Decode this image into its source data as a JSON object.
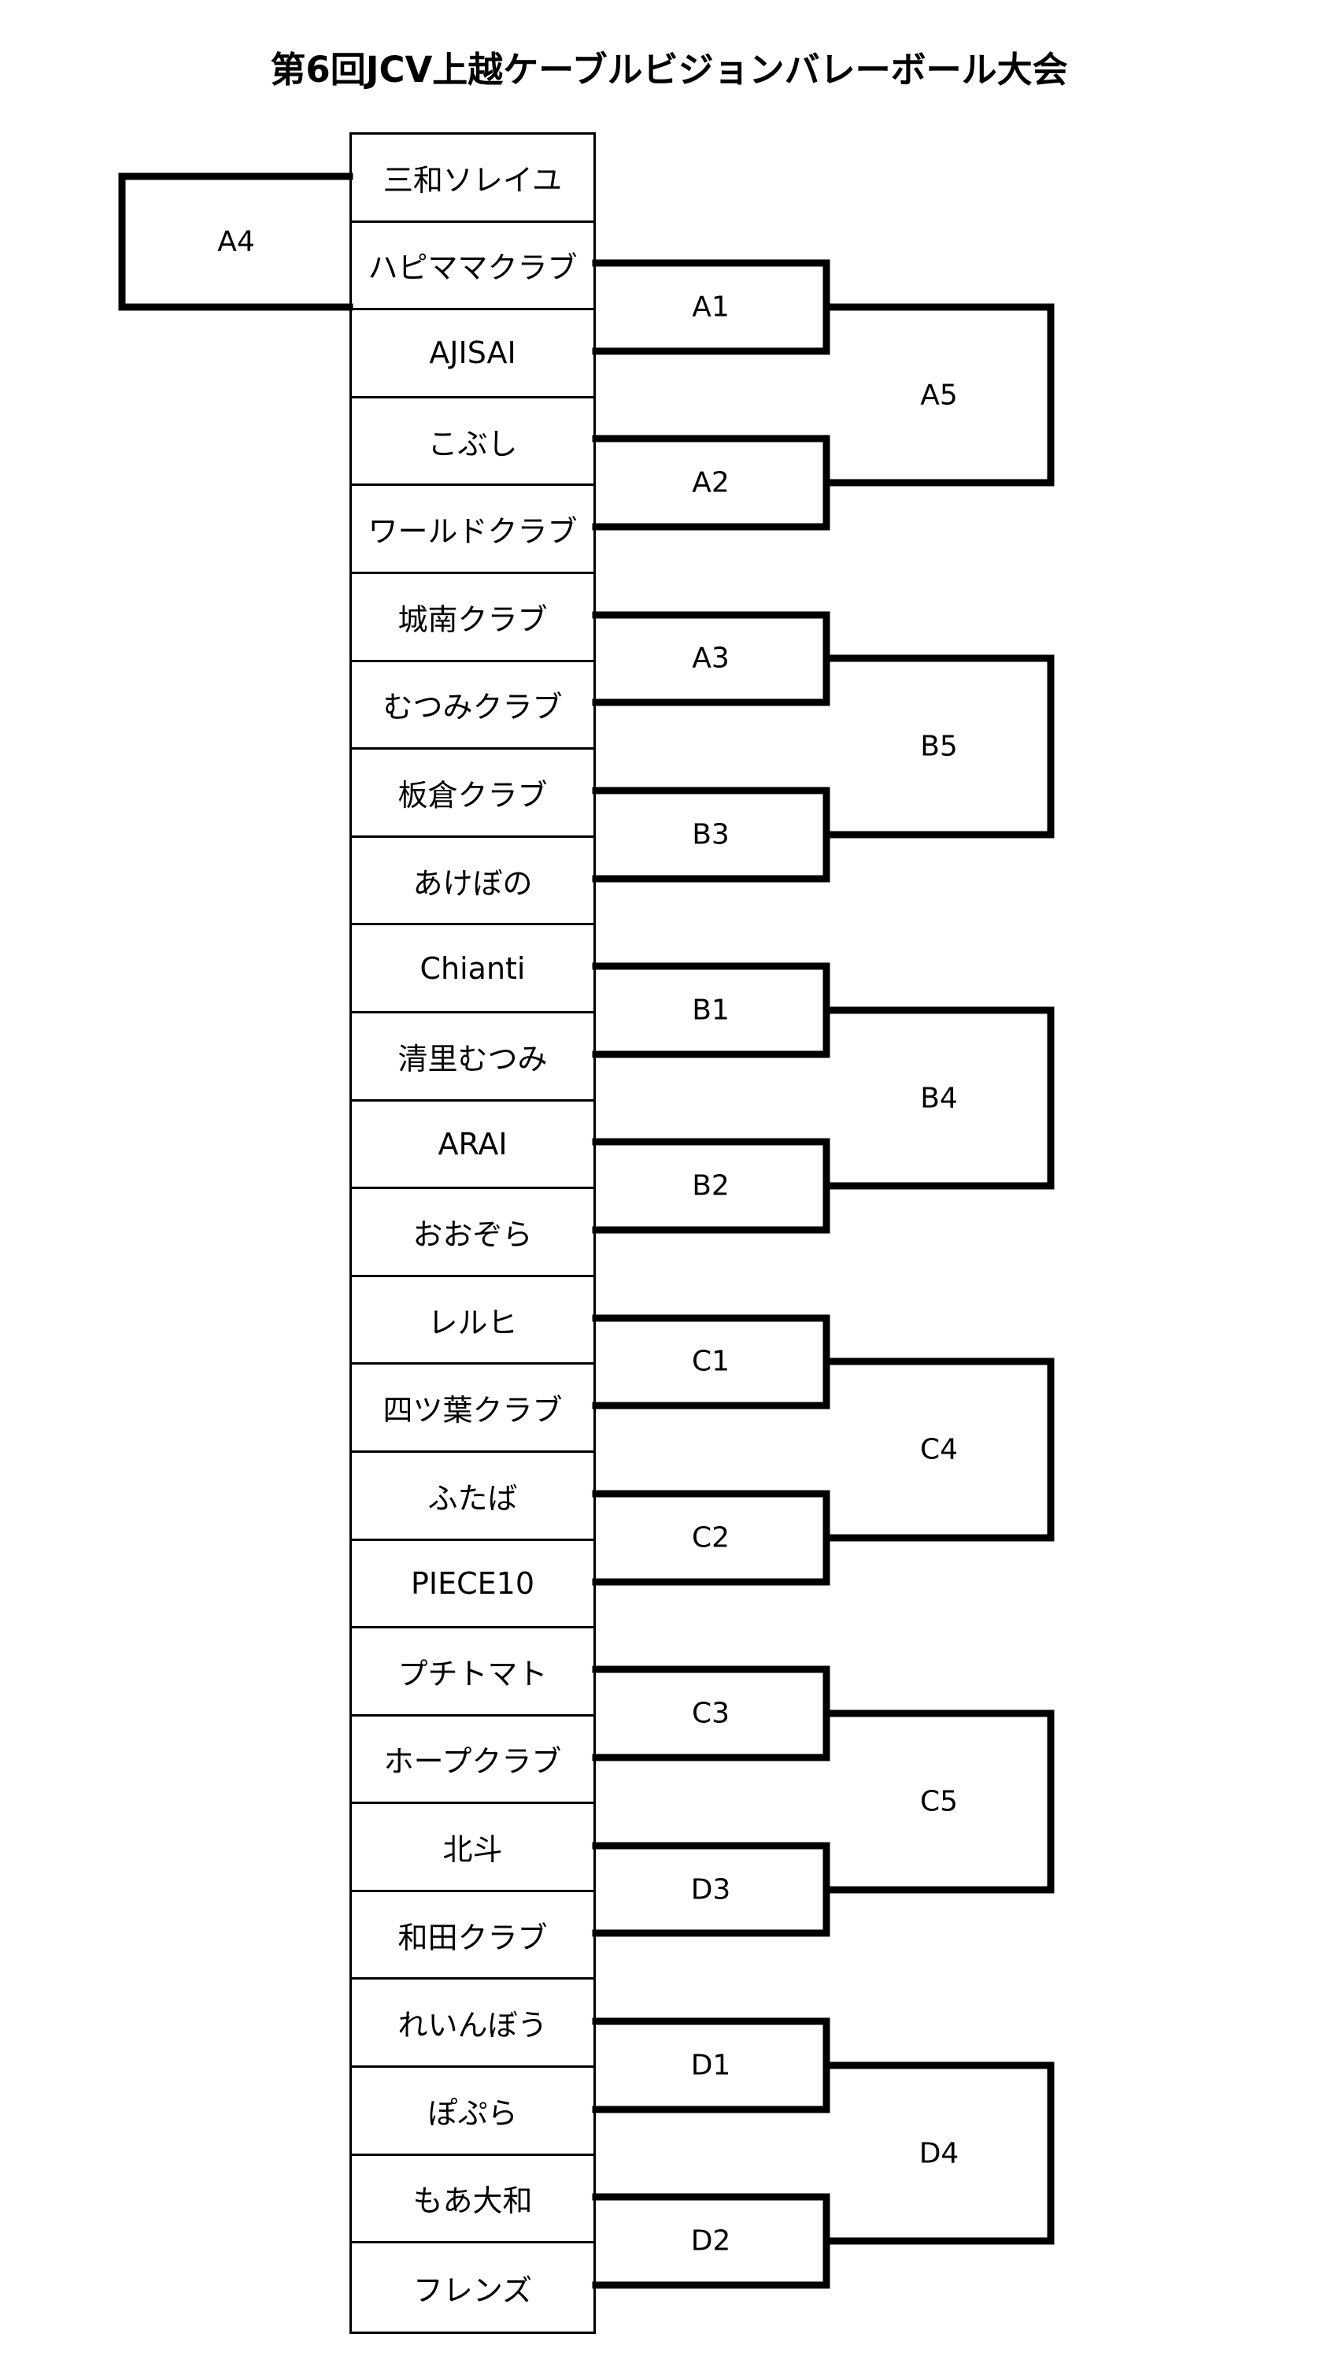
{
  "title": "第6回JCV上越ケーブルビジョンバレーボール大会",
  "teams": [
    "三和ソレイユ",
    "ハピママクラブ",
    "AJISAI",
    "こぶし",
    "ワールドクラブ",
    "城南クラブ",
    "むつみクラブ",
    "板倉クラブ",
    "あけぼの",
    "Chianti",
    "清里むつみ",
    "ARAI",
    "おおぞら",
    "レルヒ",
    "四ツ葉クラブ",
    "ふたば",
    "PIECE10",
    "プチトマト",
    "ホープクラブ",
    "北斗",
    "和田クラブ",
    "れいんぼう",
    "ぽぷら",
    "もあ大和",
    "フレンズ"
  ],
  "matches": {
    "a4": "A4",
    "a1": "A1",
    "a2": "A2",
    "a5": "A5",
    "a3": "A3",
    "b3": "B3",
    "b5": "B5",
    "b1": "B1",
    "b2": "B2",
    "b4": "B4",
    "c1": "C1",
    "c2": "C2",
    "c4": "C4",
    "c3": "C3",
    "d3": "D3",
    "c5": "C5",
    "d1": "D1",
    "d2": "D2",
    "d4": "D4"
  }
}
